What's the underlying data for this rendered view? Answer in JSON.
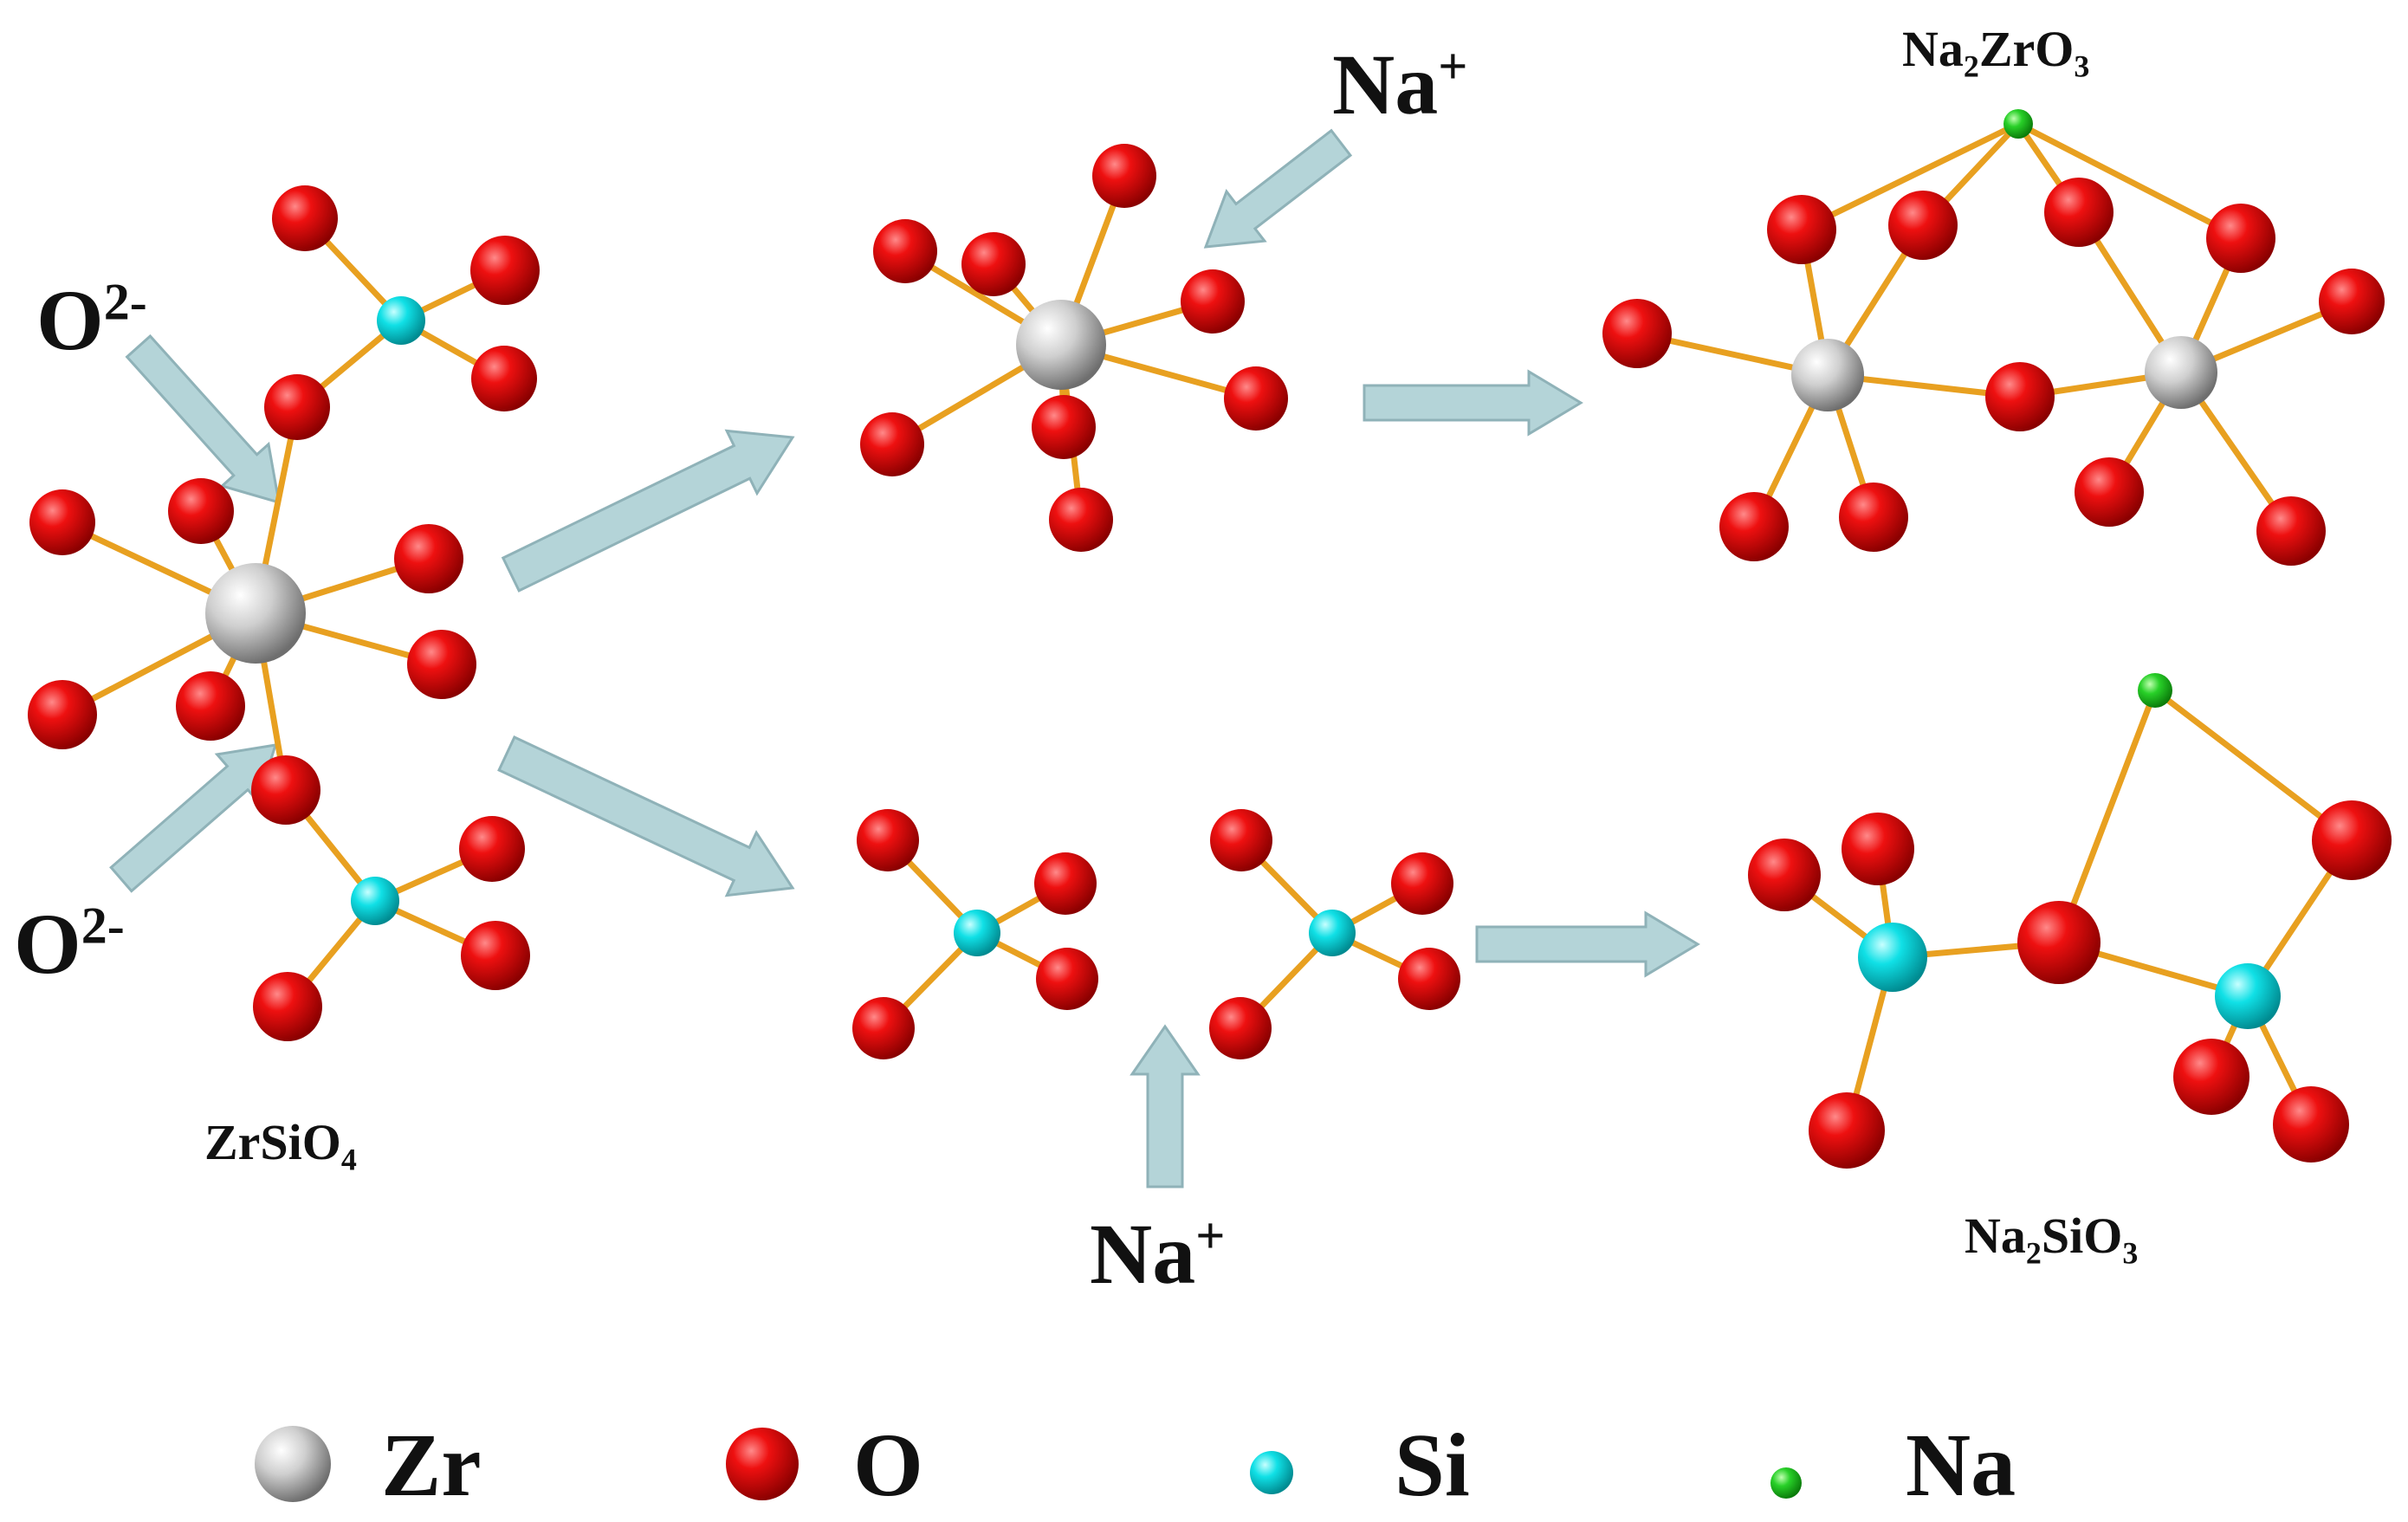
{
  "colors": {
    "zr": "#c8c8c8",
    "o": "#e00000",
    "si": "#00d8dc",
    "na": "#22cc22",
    "bond": "#e8a020",
    "arrow_fill": "#b4d4d8",
    "arrow_stroke": "#8fb2b8"
  },
  "labels": {
    "o2_top": {
      "base": "O",
      "sup": "2-"
    },
    "o2_bottom": {
      "base": "O",
      "sup": "2-"
    },
    "na_top": {
      "base": "Na",
      "sup": "+"
    },
    "na_bottom": {
      "base": "Na",
      "sup": "+"
    },
    "zrsio4": {
      "p1": "ZrSiO",
      "s1": "4"
    },
    "na2zro3": {
      "p1": "Na",
      "s1": "2",
      "p2": "ZrO",
      "s2": "3"
    },
    "na2sio3": {
      "p1": "Na",
      "s1": "2",
      "p2": "SiO",
      "s2": "3"
    }
  },
  "legend": [
    {
      "element": "zr",
      "label": "Zr"
    },
    {
      "element": "o",
      "label": "O"
    },
    {
      "element": "si",
      "label": "Si"
    },
    {
      "element": "na",
      "label": "Na"
    }
  ]
}
